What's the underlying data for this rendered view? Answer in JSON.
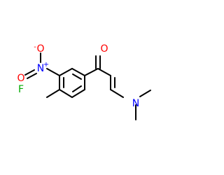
{
  "molecule": {
    "atoms": {
      "oxygen_carbonyl": {
        "label": "O",
        "color": "#ff0000"
      },
      "nitro_n": {
        "label": "N",
        "color": "#0000ff"
      },
      "nitro_n_charge": {
        "label": "+",
        "color": "#0000ff"
      },
      "nitro_o1": {
        "label": "O",
        "color": "#ff0000"
      },
      "nitro_o1_charge": {
        "label": "-",
        "color": "#ff0000"
      },
      "nitro_o2": {
        "label": "O",
        "color": "#ff0000"
      },
      "fluorine": {
        "label": "F",
        "color": "#00aa00"
      },
      "amine_n": {
        "label": "N",
        "color": "#0000ff"
      }
    },
    "bond_color": "#000000"
  }
}
